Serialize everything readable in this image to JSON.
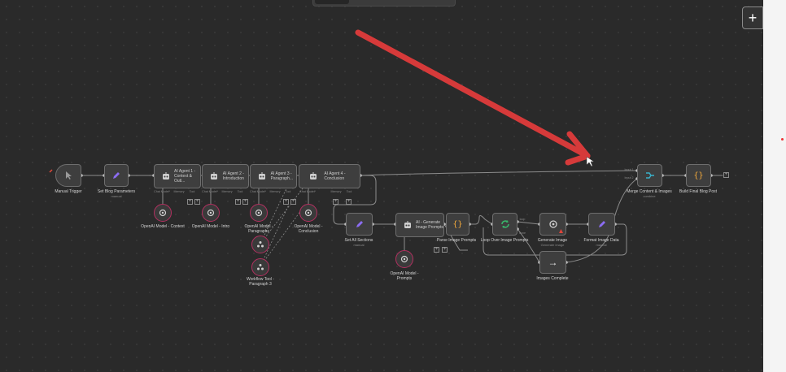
{
  "toolbar": {
    "add_label": "+"
  },
  "nodes": {
    "manual_trigger": {
      "label": "Manual Trigger"
    },
    "set_blog": {
      "label": "Set Blog Parameters",
      "sub": "manual"
    },
    "agent1": {
      "label": "AI Agent 1 - Context & Outl..."
    },
    "agent2": {
      "label": "AI Agent 2 - Introduction"
    },
    "agent3": {
      "label": "AI Agent 3 - Paragraph..."
    },
    "agent4": {
      "label": "AI Agent 4 - Conclusion"
    },
    "model_context": {
      "label": "OpenAI Model - Context"
    },
    "model_intro": {
      "label": "OpenAI Model - Intro"
    },
    "model_paragraphs": {
      "label": "OpenAI Model - Paragraphs"
    },
    "model_conclusion": {
      "label": "OpenAI Model - Conclusion"
    },
    "workflow_tool": {
      "label": "Workflow Tool - Paragraph 3"
    },
    "set_all": {
      "label": "Set All Sections",
      "sub": "manual"
    },
    "agent_image": {
      "label": "AI - Generate Image Prompts"
    },
    "model_prompts": {
      "label": "OpenAI Model - Prompts"
    },
    "parse_prompts": {
      "label": "Parse Image Prompts"
    },
    "loop_over": {
      "label": "Loop Over Image Prompts"
    },
    "generate_image": {
      "label": "Generate Image",
      "sub": "Generate image"
    },
    "images_complete": {
      "label": "Images Complete"
    },
    "format_image": {
      "label": "Format Image Data",
      "sub": "manual"
    },
    "merge": {
      "label": "Merge Content & Images",
      "sub": "combine"
    },
    "build_final": {
      "label": "Build Final Blog Post"
    }
  },
  "pins": {
    "chat_model": "Chat Model*",
    "memory": "Memory",
    "tool": "Tool",
    "done": "done",
    "loop": "loop",
    "input1": "Input 1",
    "input2": "Input 2"
  },
  "colors": {
    "canvas": "#2a2a2a",
    "node_bg": "#3e3e3e",
    "node_border": "#6e6e6e",
    "edge": "#8c8c8c",
    "annotation_arrow": "#d63a3a",
    "ai_circle_border": "#b33060",
    "pencil_icon": "#8b6cf2",
    "code_icon": "#f2a93b",
    "loop_icon": "#39b36a",
    "merge_icon": "#39b0c9",
    "trigger_icon": "#9a9a9a"
  }
}
